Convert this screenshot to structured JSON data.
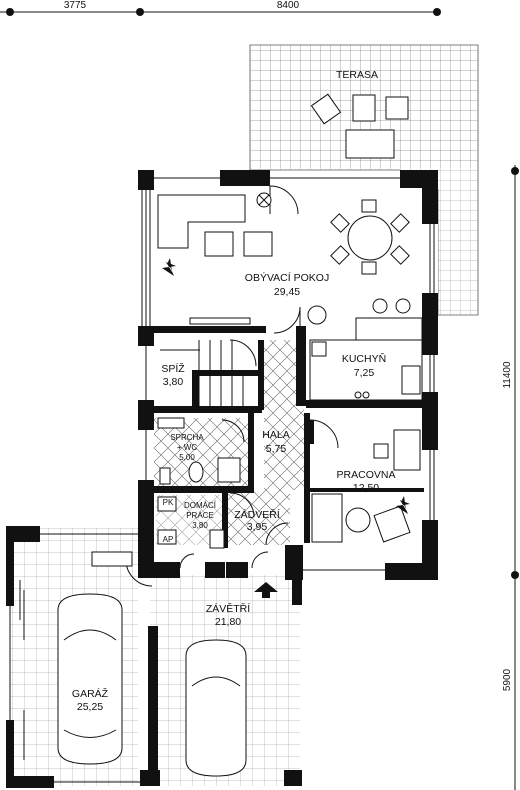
{
  "dimensions": {
    "top_left": "3775",
    "top_right": "8400",
    "right_upper": "11400",
    "right_lower": "5900"
  },
  "rooms": {
    "terasa": {
      "name": "TERASA"
    },
    "obyvaci": {
      "name": "OBÝVACÍ POKOJ",
      "area": "29,45"
    },
    "kuchyn": {
      "name": "KUCHYŇ",
      "area": "7,25"
    },
    "spiz": {
      "name": "SPÍŽ",
      "area": "3,80"
    },
    "hala": {
      "name": "HALA",
      "area": "5,75"
    },
    "sprcha": {
      "name1": "SPRCHA",
      "name2": "+ WC",
      "area": "5,00"
    },
    "pracovna": {
      "name": "PRACOVNA",
      "area": "12,50"
    },
    "domaci": {
      "name1": "DOMÁCÍ",
      "name2": "PRÁCE",
      "area": "3,80"
    },
    "zadveri": {
      "name": "ZÁDVEŘÍ",
      "area": "3,95"
    },
    "zavetri": {
      "name": "ZÁVĚTŘÍ",
      "area": "21,80"
    },
    "garaz": {
      "name": "GARÁŽ",
      "area": "25,25"
    }
  },
  "small_labels": {
    "pk": "PK",
    "ap": "AP"
  }
}
